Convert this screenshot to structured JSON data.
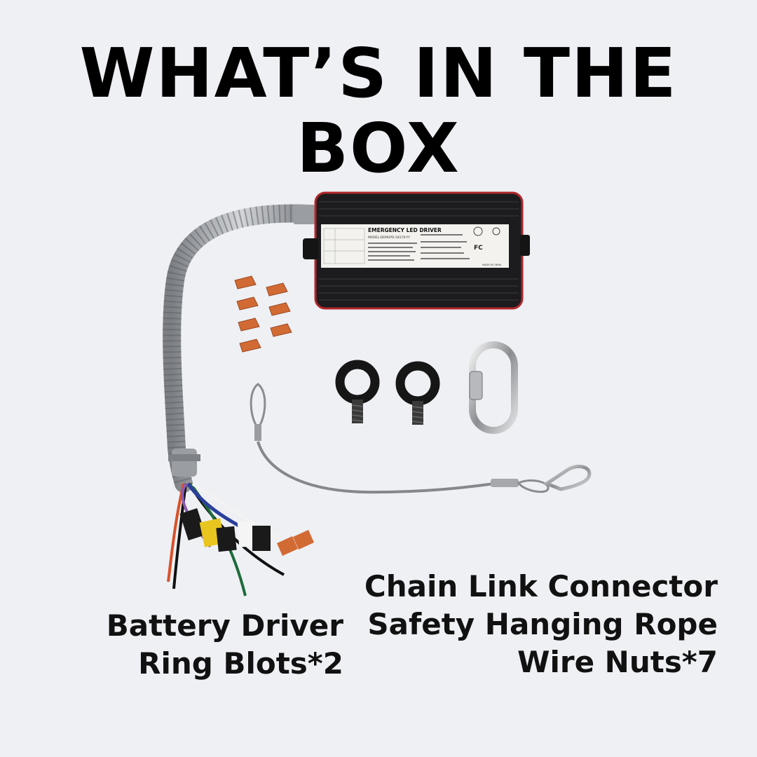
{
  "title": "WHAT’S IN THE BOX",
  "driver_label": {
    "line1": "EMERGENCY  LED DRIVER",
    "model": "MODEL:DEMUPD-18170-YY",
    "made_in": "MADE IN CHINA"
  },
  "captions": {
    "left": [
      "Battery Driver",
      "Ring Blots*2"
    ],
    "right": [
      "Chain Link Connector",
      "Safety Hanging Rope",
      "Wire Nuts*7"
    ]
  },
  "colors": {
    "background": "#eef0f4",
    "driver_body": "#1c1c1e",
    "driver_trim": "#b0262a",
    "wire_nut": "#d26a34",
    "conduit": "#a9acb0"
  }
}
